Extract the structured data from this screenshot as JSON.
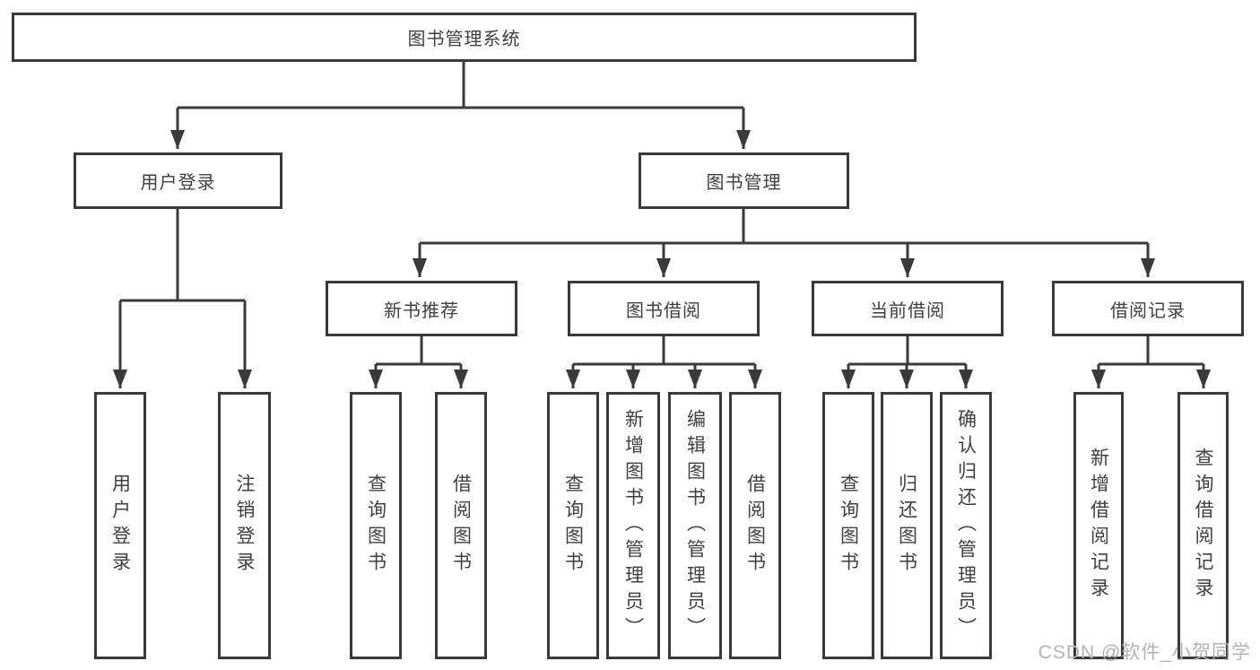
{
  "diagram": {
    "root": "图书管理系统",
    "branches": [
      {
        "label": "用户登录",
        "leaves": [
          "用户登录",
          "注销登录"
        ]
      },
      {
        "label": "图书管理",
        "groups": [
          {
            "label": "新书推荐",
            "leaves": [
              "查询图书",
              "借阅图书"
            ]
          },
          {
            "label": "图书借阅",
            "leaves": [
              "查询图书",
              "新增图书（管理员）",
              "编辑图书（管理员）",
              "借阅图书"
            ]
          },
          {
            "label": "当前借阅",
            "leaves": [
              "查询图书",
              "归还图书",
              "确认归还（管理员）"
            ]
          },
          {
            "label": "借阅记录",
            "leaves": [
              "新增借阅记录",
              "查询借阅记录"
            ]
          }
        ]
      }
    ]
  },
  "watermark": "CSDN @软件_小贺同学",
  "colors": {
    "line": "#3a3a3a",
    "text": "#404040",
    "watermark": "#b3b3b3",
    "background": "#ffffff"
  }
}
